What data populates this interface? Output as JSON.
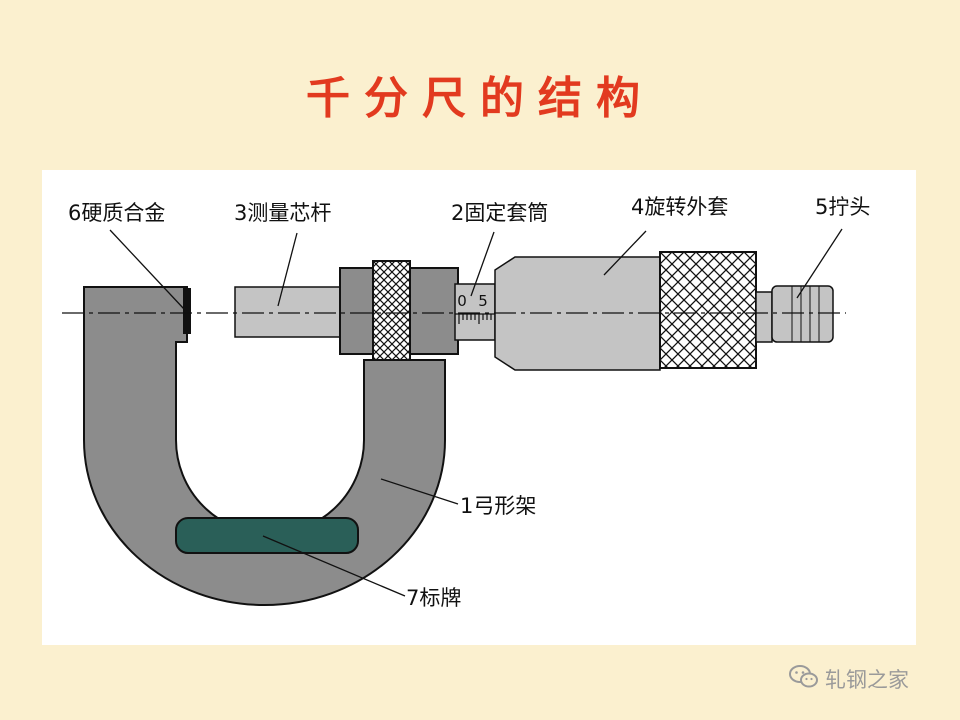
{
  "title": "千分尺的结构",
  "labels": {
    "hard_alloy": "6硬质合金",
    "spindle": "3测量芯杆",
    "sleeve": "2固定套筒",
    "thimble": "4旋转外套",
    "ratchet": "5拧头",
    "frame": "1弓形架",
    "nameplate": "7标牌"
  },
  "scale": {
    "zero": "0",
    "five": "5"
  },
  "watermark": {
    "text": "轧钢之家"
  },
  "colors": {
    "title": "#e23a1f",
    "background": "#fbf0cf",
    "frame": "#8c8c8c",
    "part": "#c4c4c4",
    "nameplate": "#2a5f58"
  }
}
